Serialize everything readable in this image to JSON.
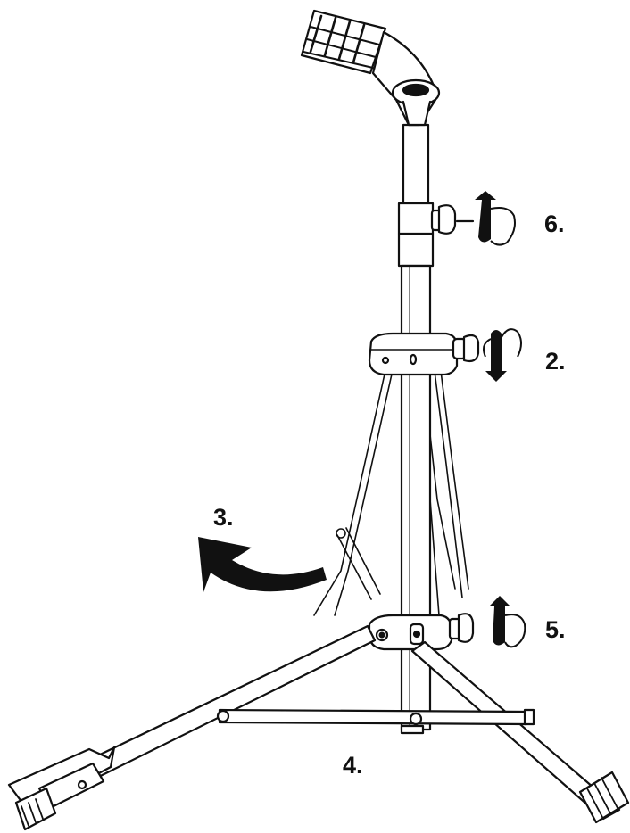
{
  "diagram": {
    "steps": [
      "6.",
      "2.",
      "3.",
      "5.",
      "4."
    ]
  }
}
